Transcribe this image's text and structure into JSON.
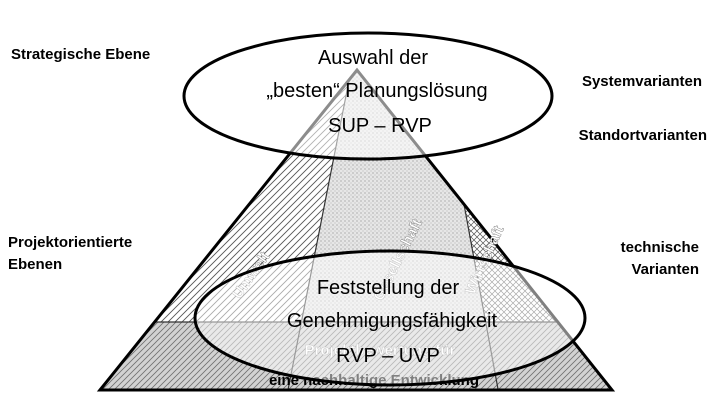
{
  "labels": {
    "strategic": "Strategische Ebene",
    "system_variants": "Systemvarianten",
    "location_variants": "Standortvarianten",
    "project_levels": [
      "Projektorientierte",
      "Ebenen"
    ],
    "technical_variants": [
      "technische",
      "Varianten"
    ]
  },
  "top_ellipse": [
    "Auswahl der",
    "„besten“ Planungslösung",
    "SUP – RVP"
  ],
  "bottom_ellipse": [
    "Feststellung der",
    "Genehmigungsfähigkeit",
    "RVP – UVP"
  ],
  "sectors": {
    "environment": "Umwelt",
    "society": "Gesellschaft",
    "economy": "Wirtschaft"
  },
  "base": [
    "Projektbewertung für",
    "eine nachhaltige Entwicklung"
  ]
}
